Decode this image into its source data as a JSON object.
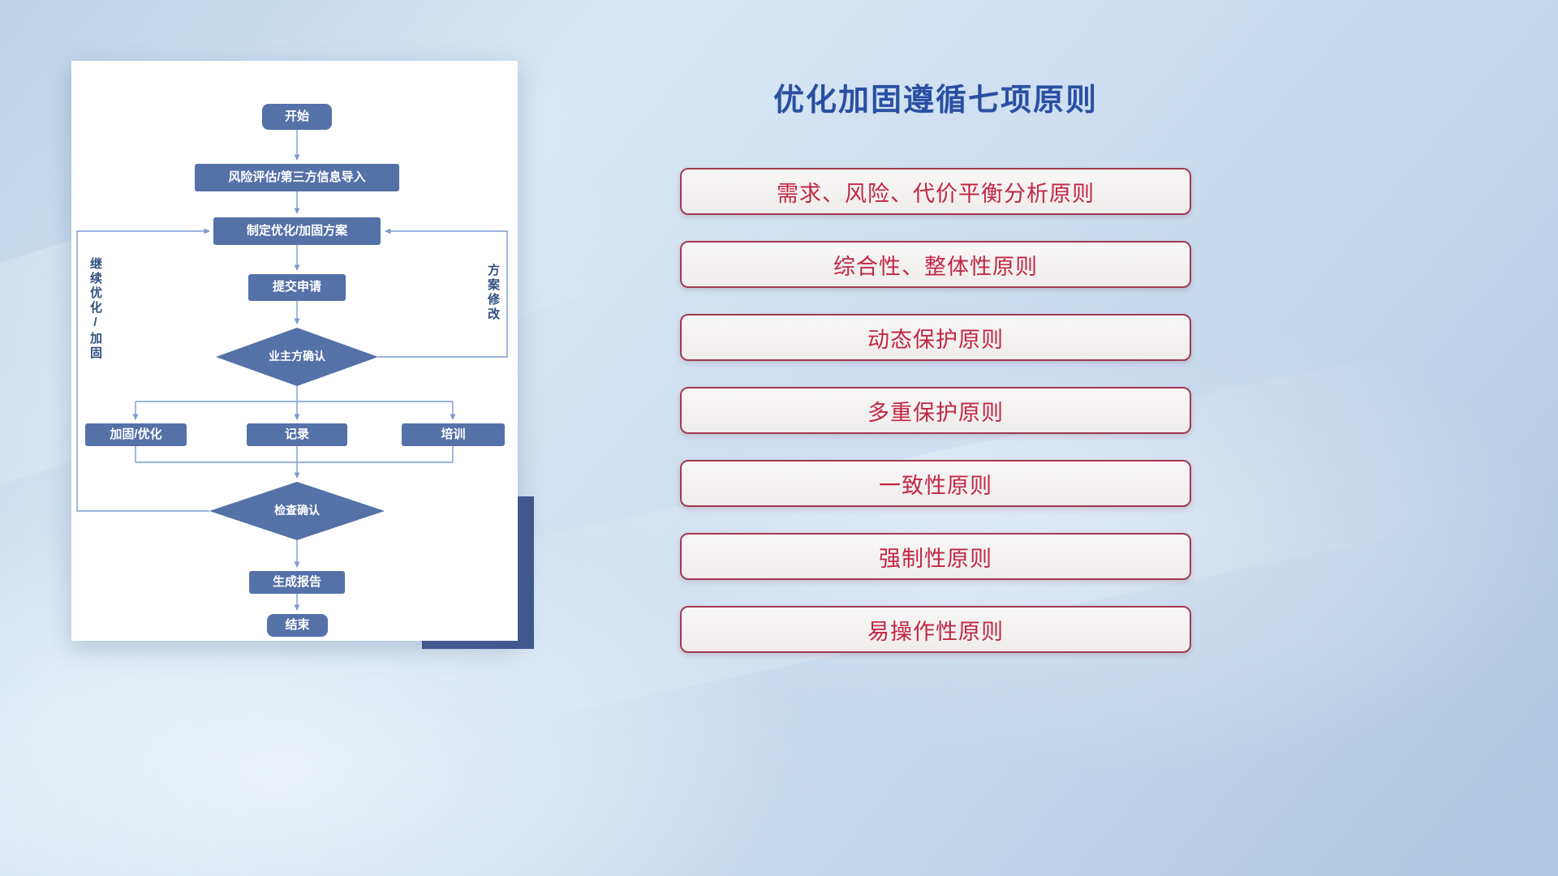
{
  "flowchart": {
    "nodes": {
      "start": "开始",
      "risk_import": "风险评估/第三方信息导入",
      "make_plan": "制定优化/加固方案",
      "submit": "提交申请",
      "owner_confirm": "业主方确认",
      "reinforce": "加固/优化",
      "record": "记录",
      "training": "培训",
      "check_confirm": "检查确认",
      "report": "生成报告",
      "end": "结束"
    },
    "loop_labels": {
      "continue_optimize": "继续优化/加固",
      "plan_revision": "方案修改"
    },
    "colors": {
      "node_fill": "#5471A8",
      "node_text": "#FFFFFF",
      "connector": "#7D9BD1",
      "loop_label_text": "#31507E",
      "accent_block": "#41598F",
      "card_background": "#FFFFFF"
    }
  },
  "principles": {
    "title": "优化加固遵循七项原则",
    "items": [
      "需求、风险、代价平衡分析原则",
      "综合性、整体性原则",
      "动态保护原则",
      "多重保护原则",
      "一致性原则",
      "强制性原则",
      "易操作性原则"
    ],
    "colors": {
      "title_text": "#2A4FA2",
      "item_text": "#C22742",
      "item_border": "#A23950",
      "item_background": "#F4F2F1"
    }
  }
}
